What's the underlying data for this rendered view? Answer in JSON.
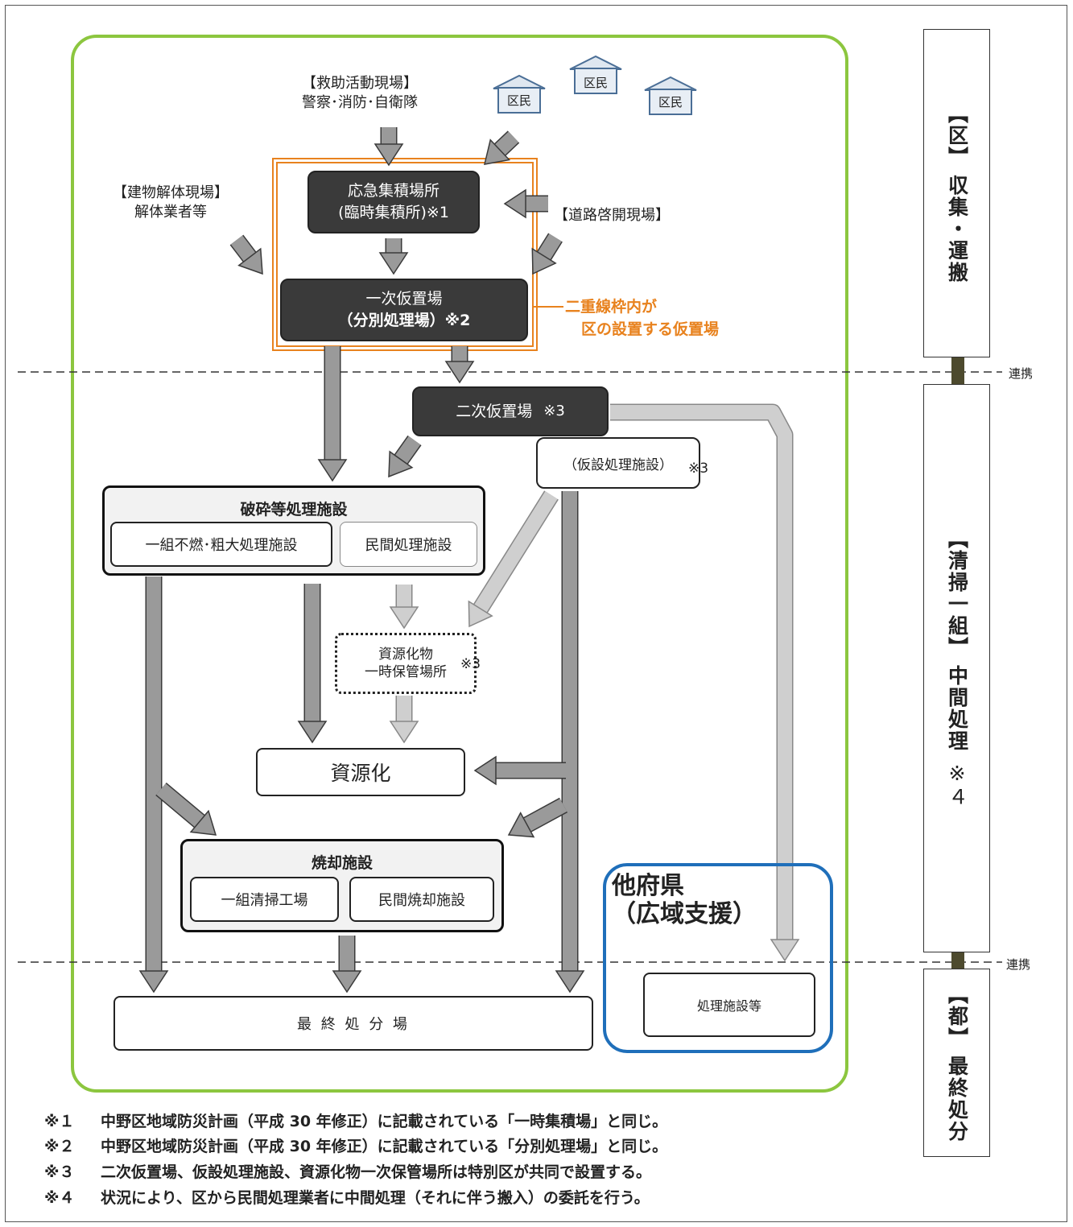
{
  "sources": {
    "rescue": {
      "title": "【救助活動現場】",
      "sub": "警察･消防･自衛隊"
    },
    "residents": [
      "区民",
      "区民",
      "区民"
    ],
    "demolition": {
      "title": "【建物解体現場】",
      "sub": "解体業者等"
    },
    "road": "【道路啓開現場】"
  },
  "boxes": {
    "emergency": {
      "line1": "応急集積場所",
      "line2": "(臨時集積所)※1"
    },
    "primary": {
      "line1": "一次仮置場",
      "line2": "（分別処理場）※2"
    },
    "secondary": {
      "label": "二次仮置場",
      "note": "※3"
    },
    "temp_facility": {
      "label": "（仮設処理施設）",
      "note": "※3"
    },
    "crushing": {
      "title": "破砕等処理施設",
      "left": "一組不燃･粗大処理施設",
      "right": "民間処理施設"
    },
    "storage": {
      "line1": "資源化物",
      "line2": "一時保管場所",
      "note": "※3"
    },
    "recycle": "資源化",
    "incineration": {
      "title": "焼却施設",
      "left": "一組清掃工場",
      "right": "民間焼却施設"
    },
    "final": "最 終 処 分 場",
    "other_pref": {
      "line1": "他府県",
      "line2": "（広域支援）",
      "facility": "処理施設等"
    }
  },
  "callout": {
    "line1": "二重線枠内が",
    "line2": "区の設置する仮置場",
    "color": "#e8821e"
  },
  "side": {
    "ward": {
      "bracket": "【区】",
      "text": "収集・運搬"
    },
    "seiso": {
      "bracket": "【清掃一組】",
      "text": "中間処理",
      "note": "※４"
    },
    "tokyo": {
      "bracket": "【都】",
      "text": "最終処分"
    },
    "link": [
      "連携",
      "連携"
    ]
  },
  "notes": [
    {
      "mark": "※１",
      "text": "中野区地域防災計画（平成 30 年修正）に記載されている「一時集積場」と同じ。"
    },
    {
      "mark": "※２",
      "text": "中野区地域防災計画（平成 30 年修正）に記載されている「分別処理場」と同じ。"
    },
    {
      "mark": "※３",
      "text": "二次仮置場、仮設処理施設、資源化物一次保管場所は特別区が共同で設置する。"
    },
    {
      "mark": "※４",
      "text": "状況により、区から民間処理業者に中間処理（それに伴う搬入）の委託を行う。"
    }
  ],
  "colors": {
    "green": "#8cc63f",
    "blue": "#1f6fba",
    "arrow": "#9a9a9a",
    "link_arrow": "#4d4a2e",
    "house": "#4a6e96"
  }
}
